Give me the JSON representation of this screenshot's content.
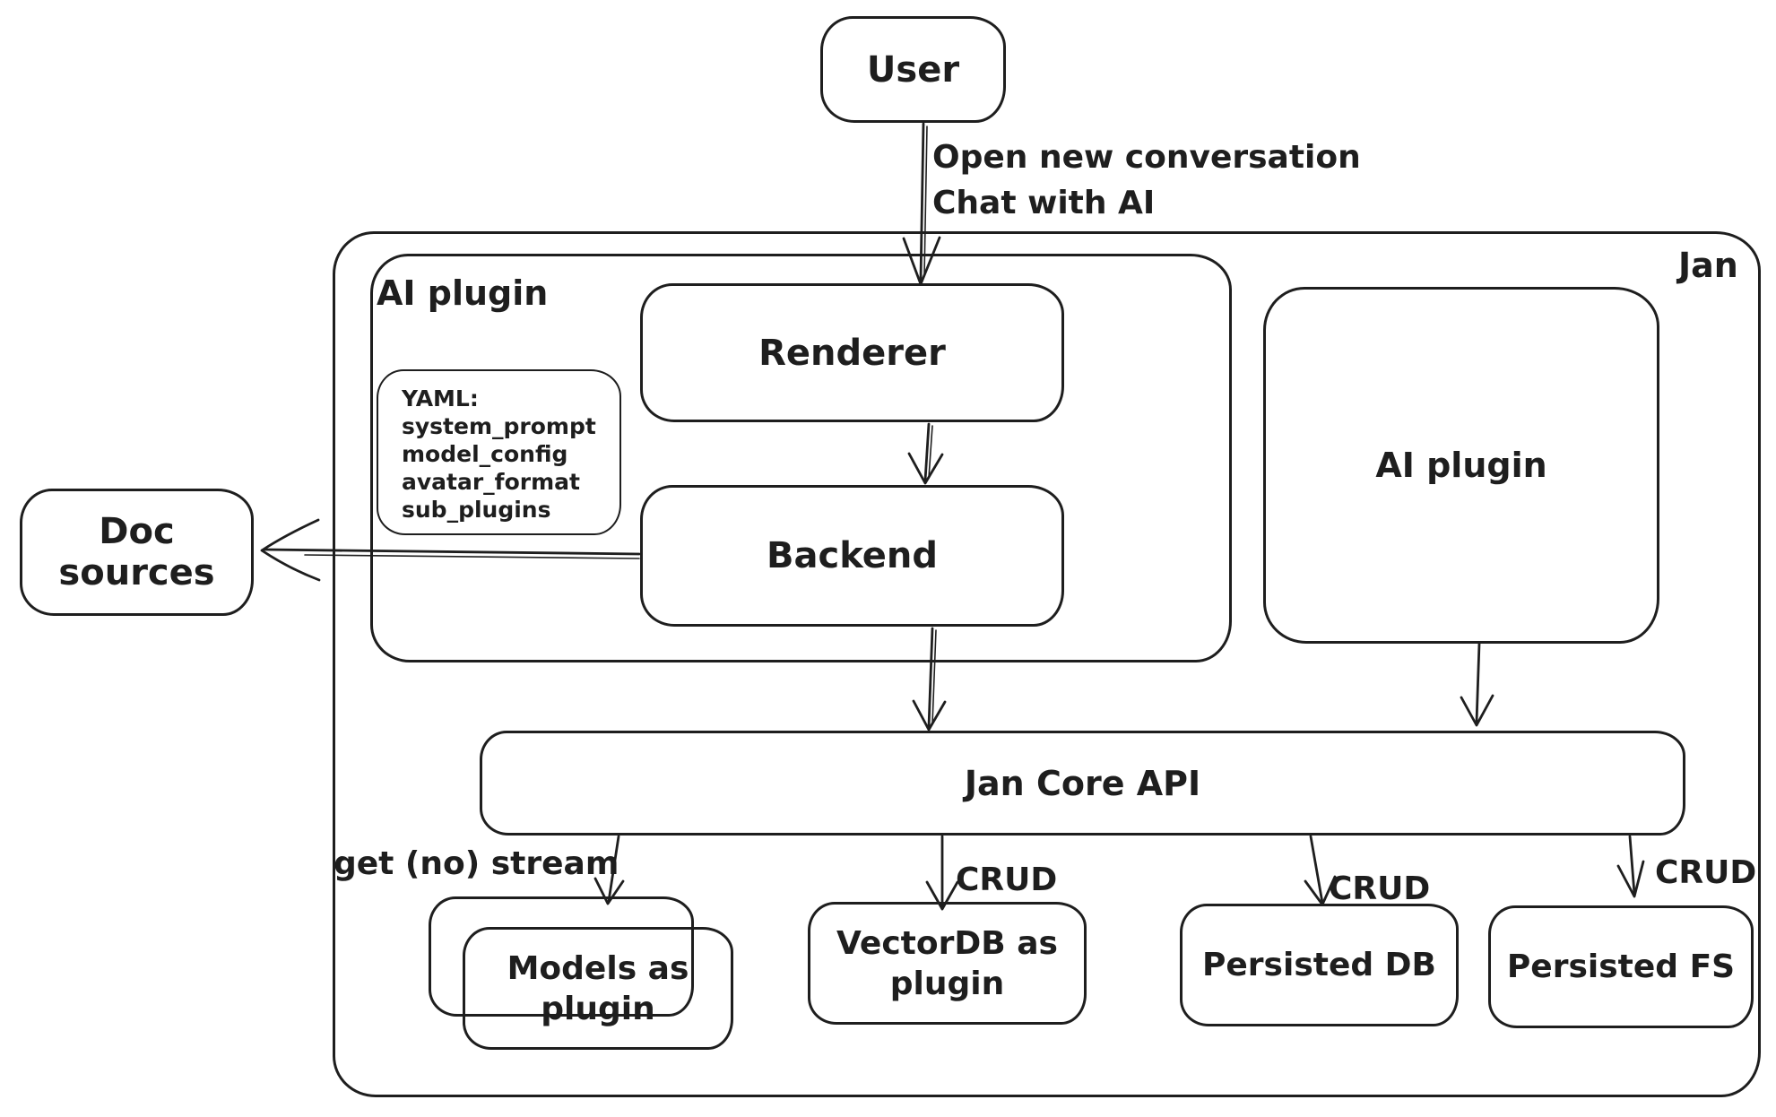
{
  "colors": {
    "stroke": "#1e1e1e",
    "background": "#ffffff"
  },
  "nodes": {
    "user": "User",
    "jan": "Jan",
    "ai_plugin_left": "AI plugin",
    "renderer": "Renderer",
    "backend": "Backend",
    "ai_plugin_right": "AI plugin",
    "jan_core_api": "Jan Core API",
    "doc_sources": "Doc sources",
    "models_plugin": "Models as\nplugin",
    "vectordb_plugin": "VectorDB as\nplugin",
    "persisted_db": "Persisted DB",
    "persisted_fs": "Persisted FS"
  },
  "yaml_note": {
    "lines": [
      "YAML:",
      "system_prompt",
      "model_config",
      "avatar_format",
      "sub_plugins"
    ]
  },
  "edge_labels": {
    "user_flow": "Open new conversation\nChat with AI",
    "get_stream": "get (no) stream",
    "crud_vectordb": "CRUD",
    "crud_persisted_db": "CRUD",
    "crud_persisted_fs": "CRUD"
  }
}
